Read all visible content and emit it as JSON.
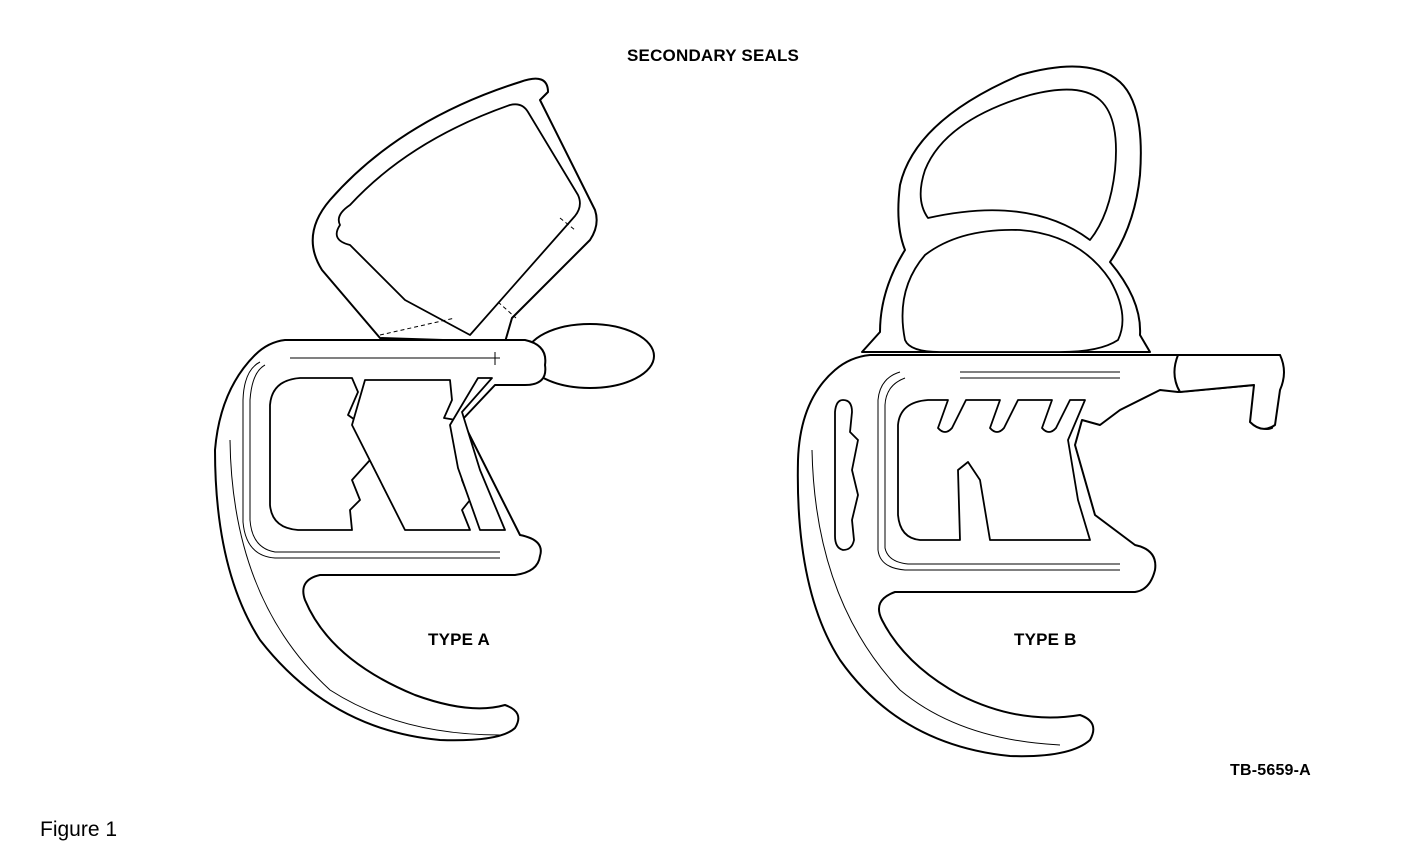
{
  "title": "SECONDARY SEALS",
  "seals": [
    {
      "label": "TYPE A"
    },
    {
      "label": "TYPE B"
    }
  ],
  "drawing_code": "TB-5659-A",
  "caption": "Figure 1",
  "colors": {
    "line": "#000000",
    "background": "#ffffff"
  }
}
